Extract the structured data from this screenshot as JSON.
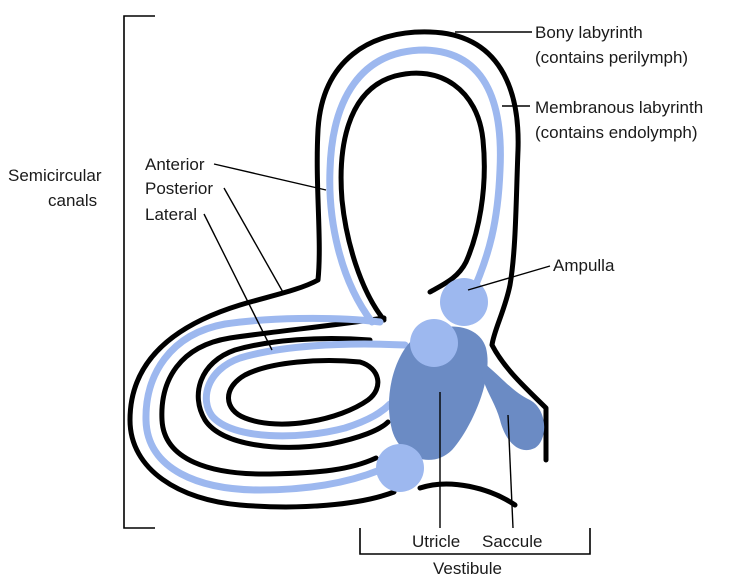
{
  "labels": {
    "semicircular_line1": "Semicircular",
    "semicircular_line2": "canals",
    "anterior": "Anterior",
    "posterior": "Posterior",
    "lateral": "Lateral",
    "bony_line1": "Bony labyrinth",
    "bony_line2": "(contains perilymph)",
    "membranous_line1": "Membranous labyrinth",
    "membranous_line2": "(contains endolymph)",
    "ampulla": "Ampulla",
    "utricle": "Utricle",
    "saccule": "Saccule",
    "vestibule": "Vestibule"
  },
  "colors": {
    "bony_outline": "#000000",
    "membranous": "#9db8ef",
    "ampulla_fill": "#9db8ef",
    "vestibule_fill": "#6b8bc4"
  }
}
